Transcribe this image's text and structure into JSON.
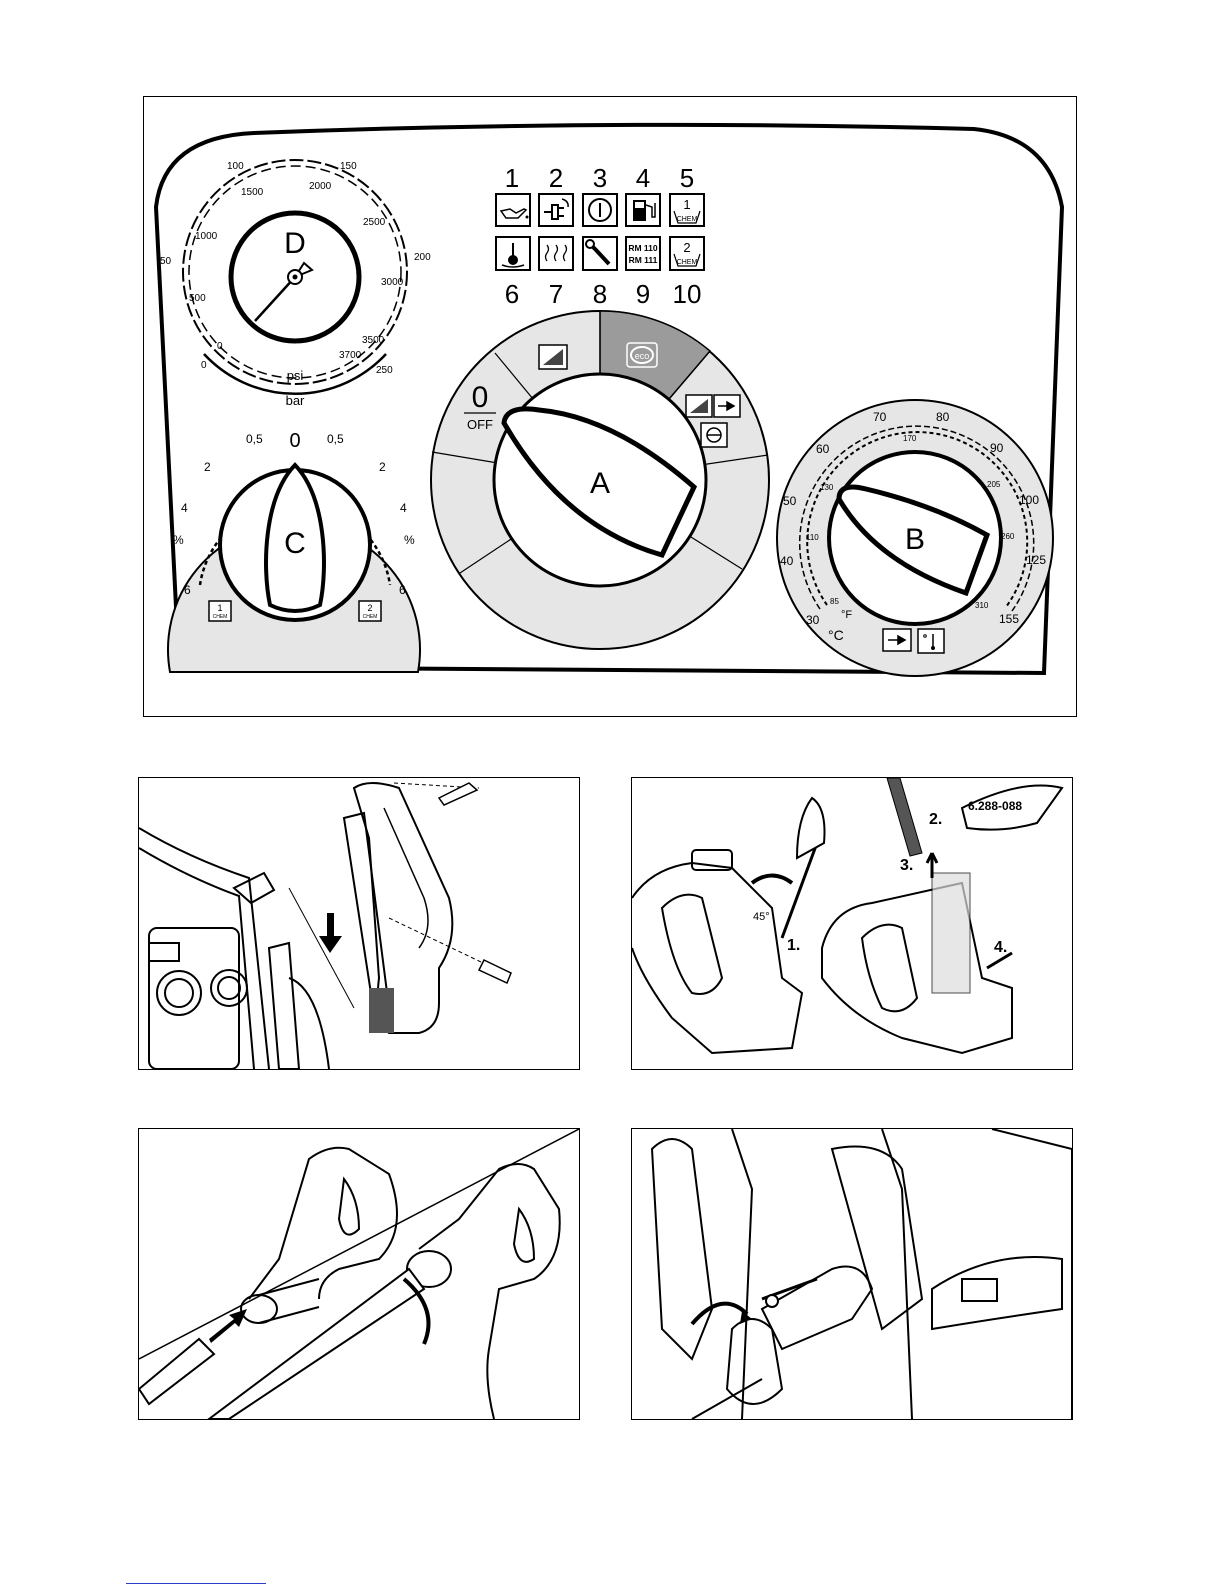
{
  "indicators": [
    {
      "number": "1",
      "icon": "oil-can-icon"
    },
    {
      "number": "2",
      "icon": "motor-plug-icon"
    },
    {
      "number": "3",
      "icon": "power-on-icon"
    },
    {
      "number": "4",
      "icon": "fuel-pump-icon"
    },
    {
      "number": "5",
      "icon": "chem-1-tank-icon",
      "label_num": "1",
      "label_text": "CHEM"
    },
    {
      "number": "6",
      "icon": "temperature-sensor-icon"
    },
    {
      "number": "7",
      "icon": "heating-icon"
    },
    {
      "number": "8",
      "icon": "wrench-icon"
    },
    {
      "number": "9",
      "icon": "rm-softener-icon",
      "label_line1": "RM 110",
      "label_line2": "RM 111"
    },
    {
      "number": "10",
      "icon": "chem-2-tank-icon",
      "label_num": "2",
      "label_text": "CHEM"
    }
  ],
  "gauge_d": {
    "letter": "D",
    "bar_ticks": [
      "0",
      "50",
      "100",
      "150",
      "200",
      "250"
    ],
    "psi_ticks": [
      "0",
      "500",
      "1000",
      "1500",
      "2000",
      "2500",
      "3000",
      "3500",
      "3700"
    ],
    "psi_unit": "psi",
    "bar_unit": "bar"
  },
  "dial_c": {
    "letter": "C",
    "left_labels": [
      "0,5",
      "2",
      "4",
      "%",
      "6"
    ],
    "right_labels": [
      "0,5",
      "2",
      "4",
      "%",
      "6"
    ],
    "center_label": "0",
    "left_tank": {
      "num": "1",
      "text": "CHEM"
    },
    "right_tank": {
      "num": "2",
      "text": "CHEM"
    }
  },
  "dial_a": {
    "letter": "A",
    "off_number": "0",
    "off_text": "OFF",
    "eco_text": "eco"
  },
  "dial_b": {
    "letter": "B",
    "celsius_ticks": [
      "30",
      "40",
      "50",
      "60",
      "70",
      "80",
      "90",
      "100",
      "125",
      "155"
    ],
    "fahrenheit_ticks": [
      "85",
      "110",
      "130",
      "170",
      "205",
      "260",
      "310"
    ],
    "unit_c": "°C",
    "unit_f": "°F"
  },
  "fig_trigger_lock": {
    "part_number": "6.288-088",
    "steps": [
      "1.",
      "2.",
      "3.",
      "4."
    ],
    "angle": "45°"
  },
  "colors": {
    "eco_segment": "#9b9b9b",
    "ring_fill": "#e6e6e6",
    "link": "#2a40c8"
  }
}
